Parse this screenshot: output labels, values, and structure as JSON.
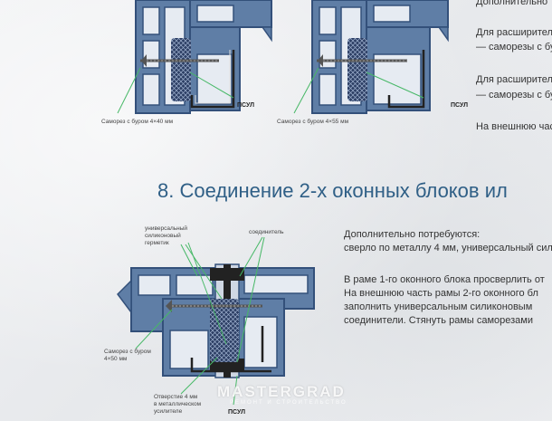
{
  "top_right_text": {
    "line1": "Дополнительно",
    "line2": "Для расширител",
    "line3": "— саморезы с бу",
    "line4": "Для расширител",
    "line5": "— саморезы с бу",
    "line6": "На внешнюю час"
  },
  "diagram_left": {
    "label": "Саморез с буром 4×40 мм",
    "psul": "ПСУЛ"
  },
  "diagram_right": {
    "label": "Саморез с буром 4×55 мм",
    "psul": "ПСУЛ"
  },
  "section_heading": "8. Соединение 2-х оконных блоков ил",
  "section_text": {
    "p1": "Дополнительно потребуются:",
    "p2": "сверло по металлу 4 мм, универсальный сили",
    "p3": "В раме 1-го оконного блока просверлить от",
    "p4": "На внешнюю часть рамы 2-го оконного бл",
    "p5": "заполнить универсальным силиконовым",
    "p6": "соединители. Стянуть рамы саморезами"
  },
  "diagram_bottom": {
    "label_sealant": [
      "универсальный",
      "силиконовый",
      "герметик"
    ],
    "label_connector": "соединитель",
    "label_screw": [
      "Саморез с буром",
      "4×50 мм"
    ],
    "label_hole": [
      "Отверстие 4 мм",
      "в металлическом",
      "усилителе"
    ],
    "psul": "ПСУЛ"
  },
  "watermark": {
    "main": "MASTERGRAD",
    "sub": "РЕМОНТ И СТРОИТЕЛЬСТВО"
  },
  "colors": {
    "profile_fill": "#5f7ea6",
    "profile_stroke": "#33507a",
    "heading": "#2f5f86",
    "leader_line": "#46b866",
    "foam": "#2c3e64"
  }
}
